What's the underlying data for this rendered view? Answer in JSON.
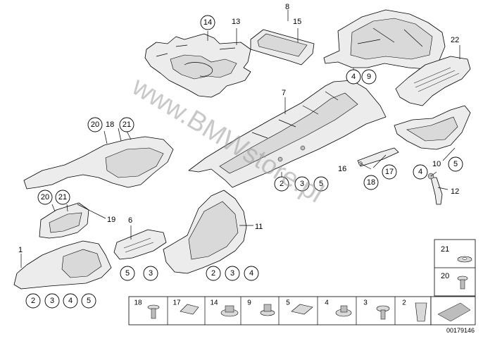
{
  "watermark": "www.BMWstore.pl",
  "document_number": "00179146",
  "callouts_plain": [
    {
      "id": "c13",
      "text": "13"
    },
    {
      "id": "c15",
      "text": "15"
    },
    {
      "id": "c8",
      "text": "8"
    },
    {
      "id": "c22",
      "text": "22"
    },
    {
      "id": "c7",
      "text": "7"
    },
    {
      "id": "c16",
      "text": "16"
    },
    {
      "id": "c10",
      "text": "10"
    },
    {
      "id": "c12",
      "text": "12"
    },
    {
      "id": "c18a",
      "text": "18"
    },
    {
      "id": "c19",
      "text": "19"
    },
    {
      "id": "c6",
      "text": "6"
    },
    {
      "id": "c11",
      "text": "11"
    },
    {
      "id": "c1",
      "text": "1"
    }
  ],
  "callouts_circled": [
    {
      "id": "k14",
      "text": "14"
    },
    {
      "id": "k4a",
      "text": "4"
    },
    {
      "id": "k9a",
      "text": "9"
    },
    {
      "id": "k20a",
      "text": "20"
    },
    {
      "id": "k21a",
      "text": "21"
    },
    {
      "id": "k2a",
      "text": "2"
    },
    {
      "id": "k3a",
      "text": "3"
    },
    {
      "id": "k5a",
      "text": "5"
    },
    {
      "id": "k17",
      "text": "17"
    },
    {
      "id": "k18",
      "text": "18"
    },
    {
      "id": "k4b",
      "text": "4"
    },
    {
      "id": "k5b",
      "text": "5"
    },
    {
      "id": "k20b",
      "text": "20"
    },
    {
      "id": "k21b",
      "text": "21"
    },
    {
      "id": "k5c",
      "text": "5"
    },
    {
      "id": "k3c",
      "text": "3"
    },
    {
      "id": "k2d",
      "text": "2"
    },
    {
      "id": "k3d",
      "text": "3"
    },
    {
      "id": "k4d",
      "text": "4"
    },
    {
      "id": "k2e",
      "text": "2"
    },
    {
      "id": "k3e",
      "text": "3"
    },
    {
      "id": "k4e",
      "text": "4"
    },
    {
      "id": "k5e",
      "text": "5"
    }
  ],
  "fastener_legend": [
    {
      "id": "f18",
      "text": "18"
    },
    {
      "id": "f17",
      "text": "17"
    },
    {
      "id": "f14",
      "text": "14"
    },
    {
      "id": "f9",
      "text": "9"
    },
    {
      "id": "f5",
      "text": "5"
    },
    {
      "id": "f4",
      "text": "4"
    },
    {
      "id": "f3",
      "text": "3"
    },
    {
      "id": "f2",
      "text": "2"
    }
  ],
  "side_legend": [
    {
      "id": "s21",
      "text": "21"
    },
    {
      "id": "s20",
      "text": "20"
    }
  ]
}
